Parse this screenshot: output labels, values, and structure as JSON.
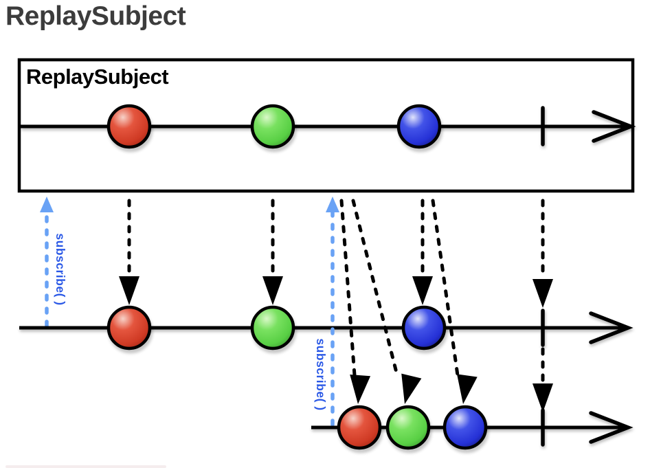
{
  "page": {
    "title": "ReplaySubject"
  },
  "diagram": {
    "box_label": "ReplaySubject",
    "subscriber1": {
      "label": "subscribe( )"
    },
    "subscriber2": {
      "label": "subscribe( )"
    },
    "colors": {
      "line": "#000000",
      "title_text": "#3c3c3c",
      "subscribe_dash": "#69a2f5",
      "subscribe_text": "#2b59e6",
      "red_hi": "#f7d2c8",
      "red_mid": "#e4553e",
      "red_base": "#cf3a24",
      "red_dark": "#a72817",
      "green_hi": "#d9f9c8",
      "green_mid": "#79e160",
      "green_base": "#58cf44",
      "green_dark": "#3f9e33",
      "blue_hi": "#e0e3fb",
      "blue_mid": "#4253e8",
      "blue_base": "#2531d6",
      "blue_dark": "#171e8f",
      "bottom_bar": "#f5edee"
    },
    "timelines": {
      "source": {
        "events": [
          "red",
          "green",
          "blue",
          "complete"
        ]
      },
      "subscriber1": {
        "events": [
          "red",
          "green",
          "blue",
          "complete"
        ]
      },
      "subscriber2": {
        "events": [
          "red",
          "green",
          "blue",
          "complete"
        ]
      }
    }
  }
}
